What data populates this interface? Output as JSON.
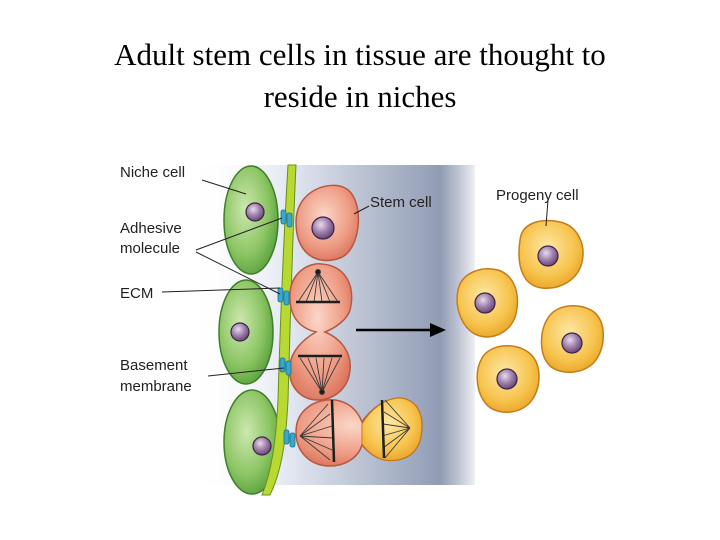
{
  "title": {
    "line1": "Adult stem cells in tissue are thought to",
    "line2": "reside in niches"
  },
  "diagram": {
    "labels": {
      "niche_cell": "Niche cell",
      "adhesive_line1": "Adhesive",
      "adhesive_line2": "molecule",
      "ecm": "ECM",
      "basement_line1": "Basement",
      "basement_line2": "membrane",
      "stem_cell": "Stem cell",
      "progeny_cell": "Progeny cell"
    },
    "colors": {
      "niche_cell": "#7dbb55",
      "stem_cell": "#e8907a",
      "progeny_cell": "#f5bd3c",
      "membrane": "#b8d832",
      "adhesive": "#3aa9c9",
      "nucleus": "#8d6a9a",
      "background_gradient": "#7e8aa6"
    }
  }
}
